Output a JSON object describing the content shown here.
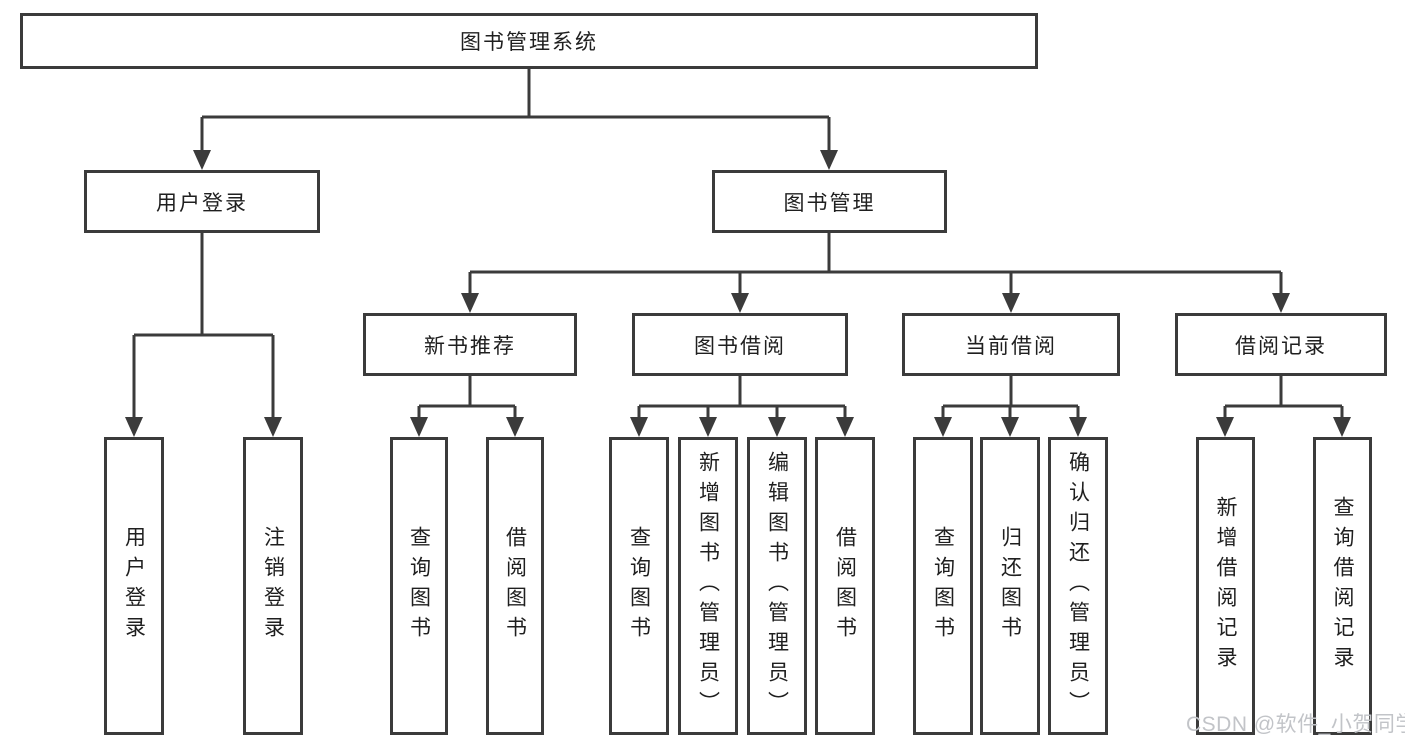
{
  "diagram": {
    "type": "hierarchy-tree",
    "root": {
      "label": "图书管理系统"
    },
    "branches": [
      {
        "label": "用户登录",
        "children": [
          {
            "label": "用户登录"
          },
          {
            "label": "注销登录"
          }
        ]
      },
      {
        "label": "图书管理",
        "children": [
          {
            "label": "新书推荐",
            "children": [
              {
                "label": "查询图书"
              },
              {
                "label": "借阅图书"
              }
            ]
          },
          {
            "label": "图书借阅",
            "children": [
              {
                "label": "查询图书"
              },
              {
                "label": "新增图书（管理员）"
              },
              {
                "label": "编辑图书（管理员）"
              },
              {
                "label": "借阅图书"
              }
            ]
          },
          {
            "label": "当前借阅",
            "children": [
              {
                "label": "查询图书"
              },
              {
                "label": "归还图书"
              },
              {
                "label": "确认归还（管理员）"
              }
            ]
          },
          {
            "label": "借阅记录",
            "children": [
              {
                "label": "新增借阅记录"
              },
              {
                "label": "查询借阅记录"
              }
            ]
          }
        ]
      }
    ]
  },
  "watermark": {
    "text": "CSDN @软件_小贺同学"
  },
  "colors": {
    "line": "#3b3b3b",
    "box_border": "#3b3b3b",
    "text": "#1f1f1f",
    "watermark": "#c2c4c8",
    "background": "#ffffff"
  }
}
